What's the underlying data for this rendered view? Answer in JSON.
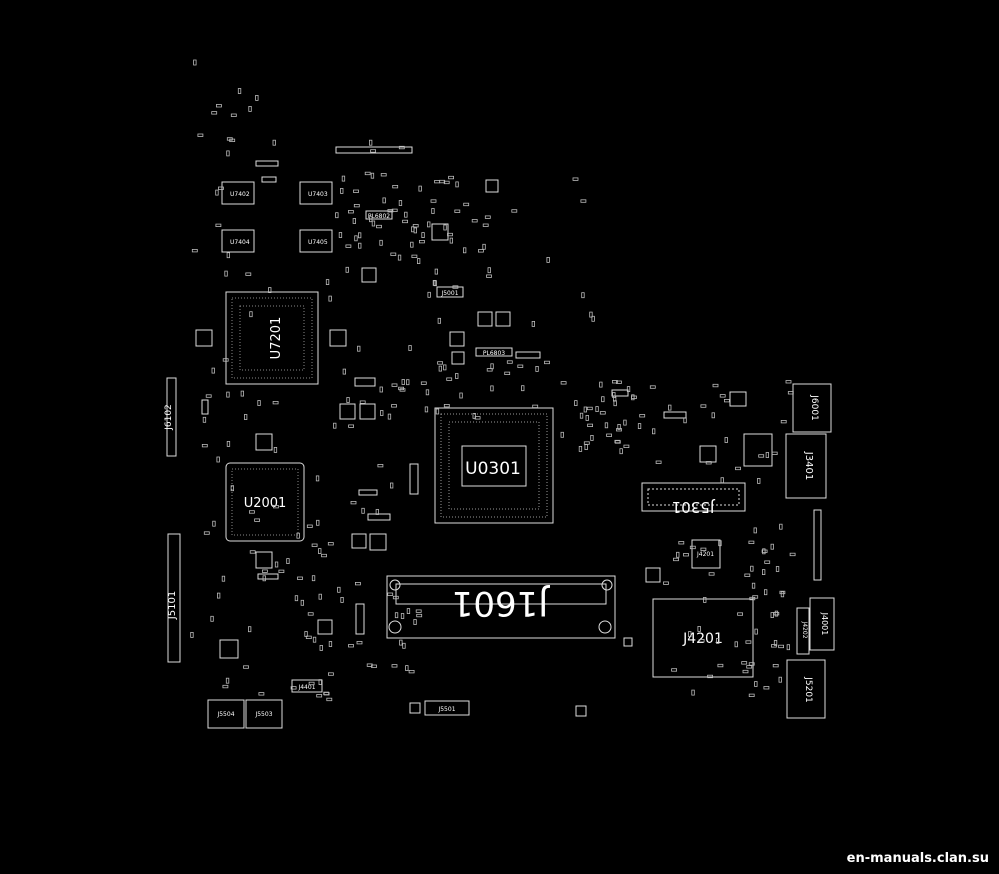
{
  "designators": {
    "u7201": "U7201",
    "u0301": "U0301",
    "u2001": "U2001",
    "j1601": "J1601",
    "j5301": "J5301",
    "j4201": "J4201",
    "j6001": "J6001",
    "j3401": "J3401",
    "j6102": "J6102",
    "j5101": "J5101",
    "j5201": "J5201",
    "j4001": "J4001",
    "j4401": "J4401",
    "u7402": "U7402",
    "u7403": "U7403",
    "u7404": "U7404",
    "u7405": "U7405",
    "j5504": "J5504",
    "j5503": "J5503",
    "j5501": "J5501",
    "j5001": "J5001",
    "j4202": "J4202",
    "pl6802": "PL6802",
    "pl6803": "PL6803"
  },
  "watermark": "en-manuals.clan.su",
  "colors": {
    "background": "#000000",
    "trace": "#ffffff",
    "dim": "#bbbbbb"
  }
}
